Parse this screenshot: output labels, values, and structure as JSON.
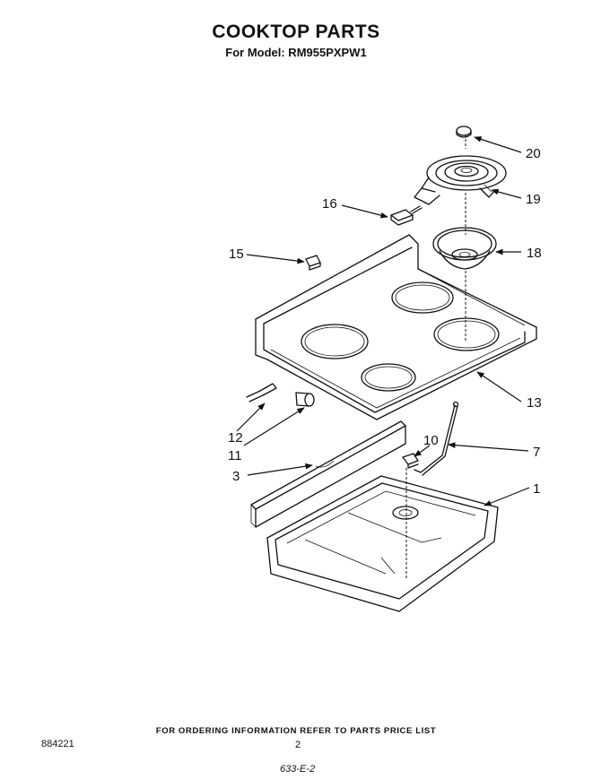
{
  "header": {
    "title": "COOKTOP PARTS",
    "subtitle": "For Model: RM955PXPW1"
  },
  "diagram": {
    "callouts": [
      {
        "id": "20",
        "label": "20"
      },
      {
        "id": "19",
        "label": "19"
      },
      {
        "id": "16",
        "label": "16"
      },
      {
        "id": "18",
        "label": "18"
      },
      {
        "id": "15",
        "label": "15"
      },
      {
        "id": "13",
        "label": "13"
      },
      {
        "id": "12",
        "label": "12"
      },
      {
        "id": "11",
        "label": "11"
      },
      {
        "id": "10",
        "label": "10"
      },
      {
        "id": "7",
        "label": "7"
      },
      {
        "id": "3",
        "label": "3"
      },
      {
        "id": "1",
        "label": "1"
      }
    ]
  },
  "footer": {
    "ordering_note": "FOR ORDERING INFORMATION REFER TO PARTS PRICE LIST",
    "doc_number": "884221",
    "page_number": "2",
    "hand_note": "633-E-2"
  }
}
